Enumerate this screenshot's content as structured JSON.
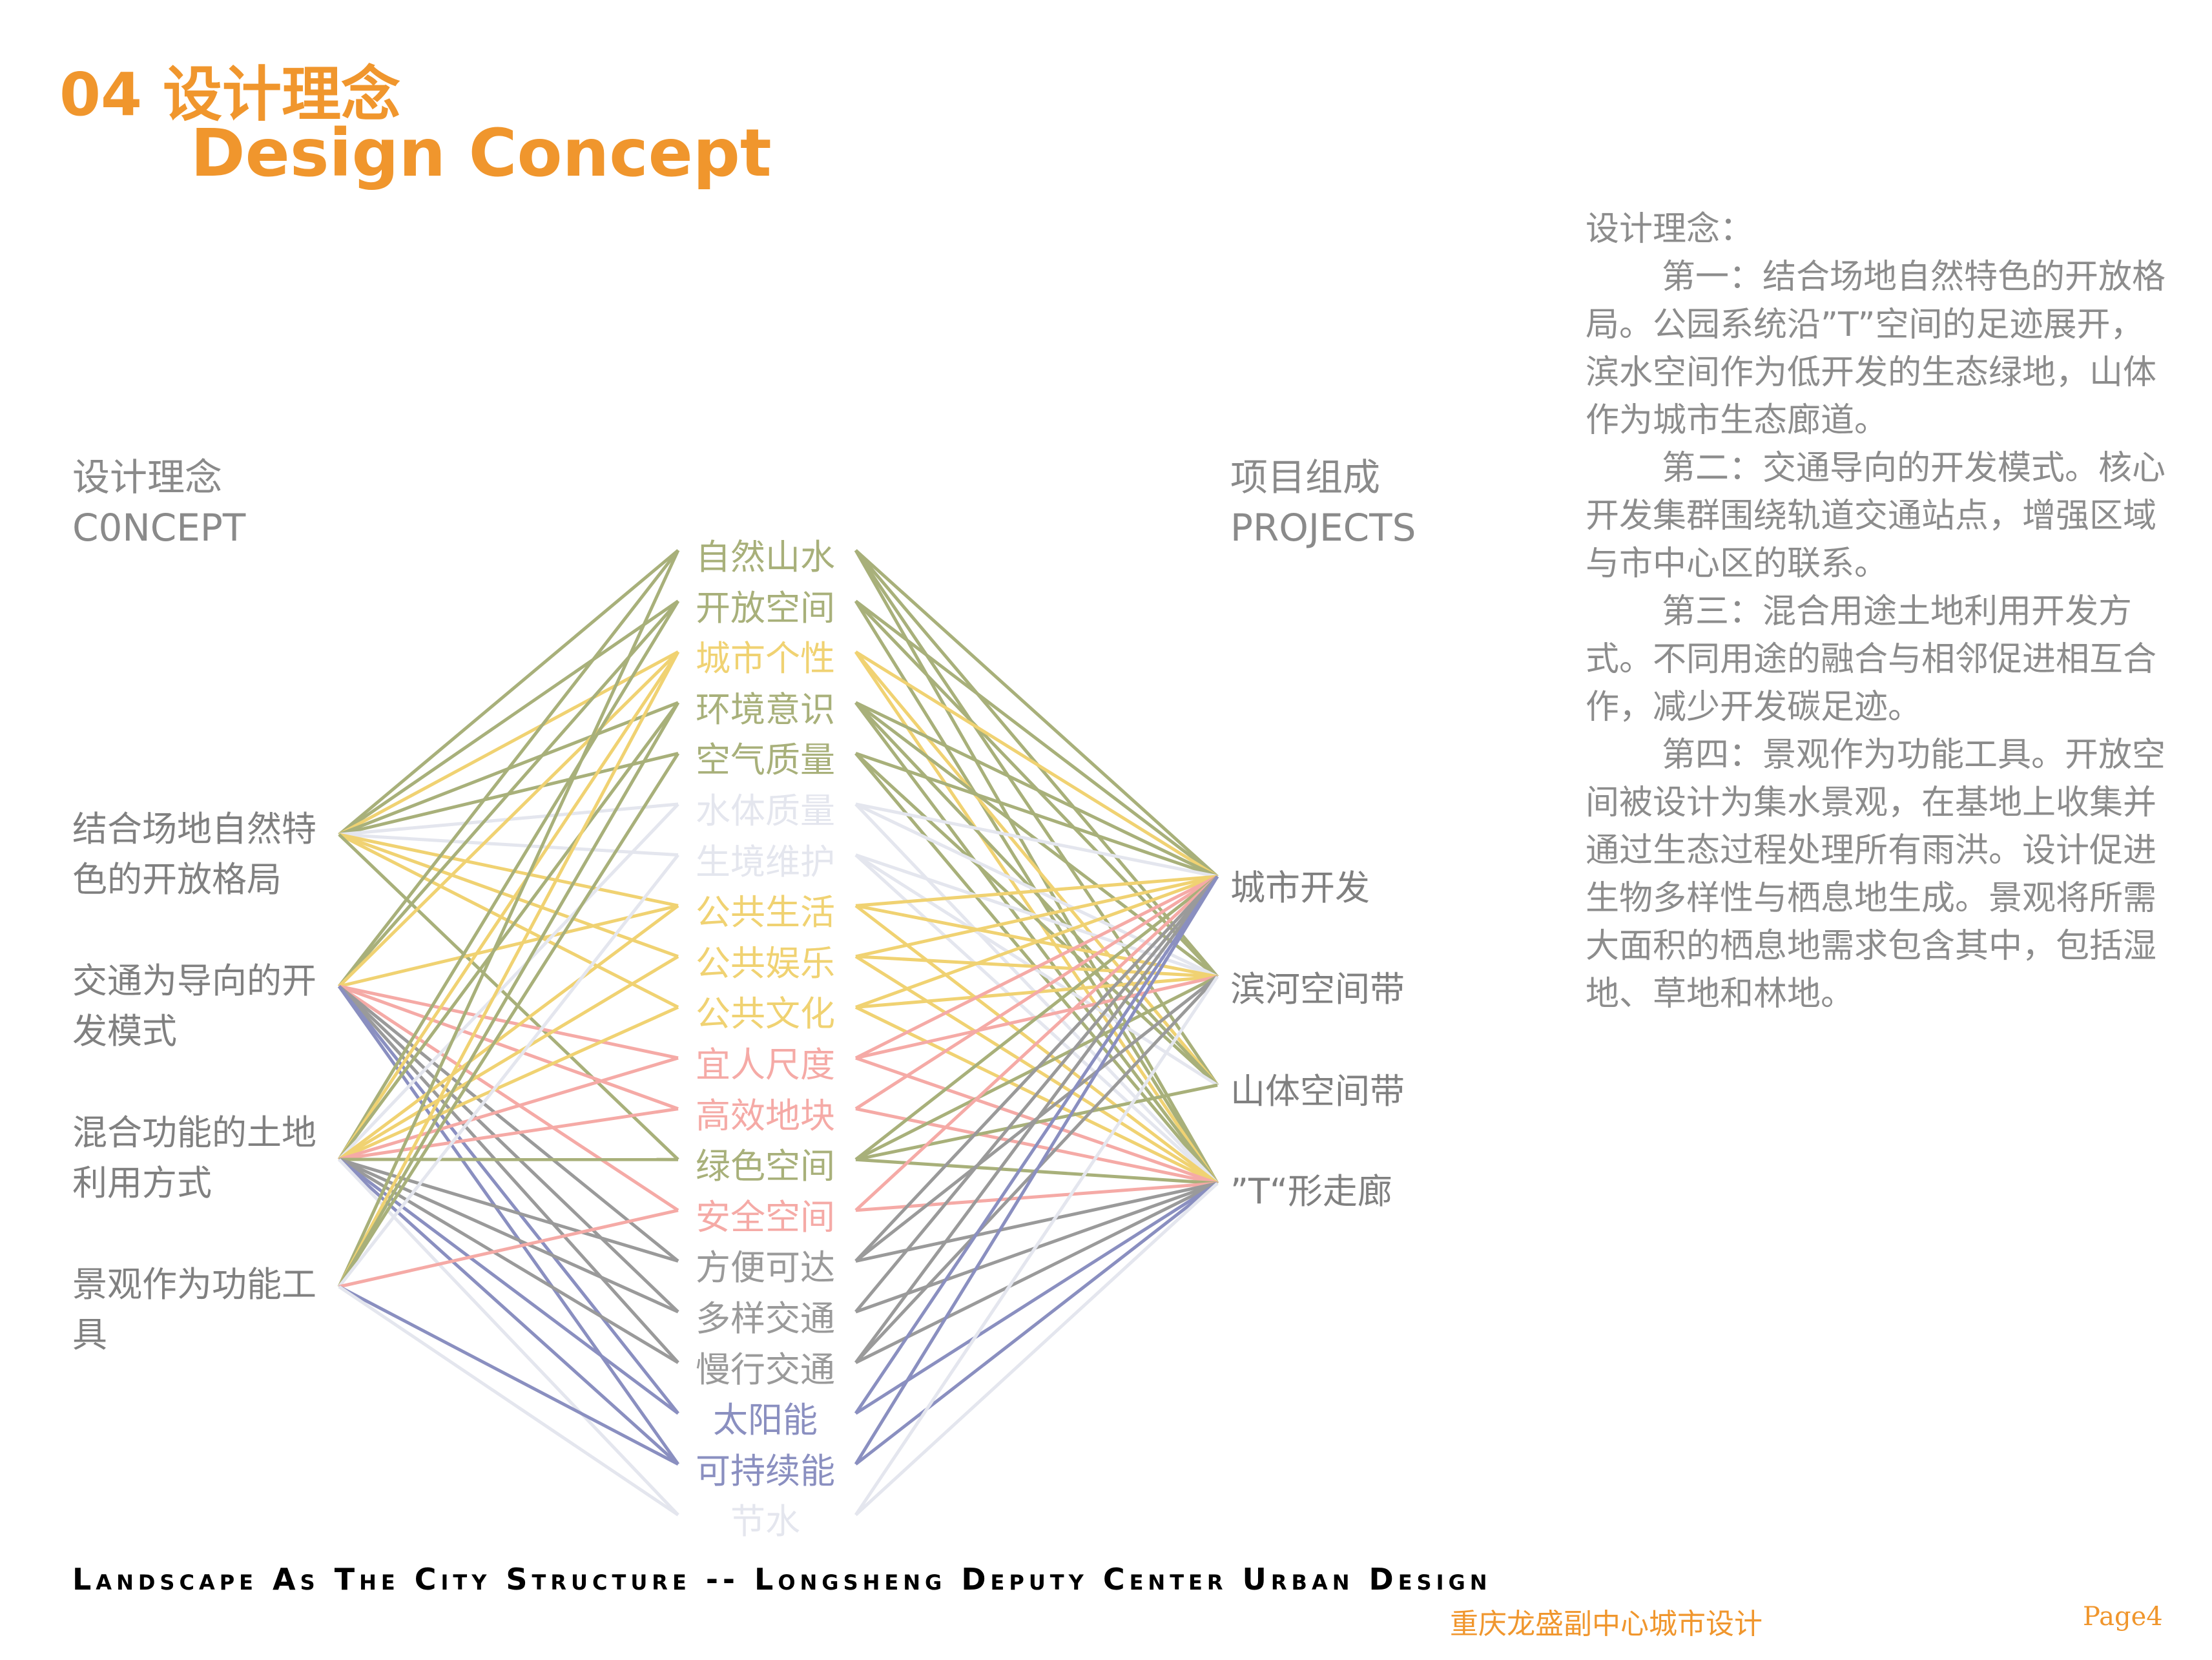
{
  "title": {
    "cn": "04 设计理念",
    "en": "Design Concept"
  },
  "left_header": {
    "cn": "设计理念",
    "en": "C0NCEPT"
  },
  "right_header": {
    "cn": "项目组成",
    "en": "PROJECTS"
  },
  "concepts": [
    {
      "text": "结合场地自然特色的开放格局"
    },
    {
      "text": "交通为导向的开发模式"
    },
    {
      "text": "混合功能的土地利用方式"
    },
    {
      "text": "景观作为功能工具"
    }
  ],
  "nodes": [
    {
      "text": "自然山水",
      "color": "#a8b07a"
    },
    {
      "text": "开放空间",
      "color": "#a8b07a"
    },
    {
      "text": "城市个性",
      "color": "#f0d272"
    },
    {
      "text": "环境意识",
      "color": "#a8b07a"
    },
    {
      "text": "空气质量",
      "color": "#a8b07a"
    },
    {
      "text": "水体质量",
      "color": "#e4e6ee"
    },
    {
      "text": "生境维护",
      "color": "#e4e6ee"
    },
    {
      "text": "公共生活",
      "color": "#f0d272"
    },
    {
      "text": "公共娱乐",
      "color": "#f0d272"
    },
    {
      "text": "公共文化",
      "color": "#f0d272"
    },
    {
      "text": "宜人尺度",
      "color": "#f5aaa6"
    },
    {
      "text": "高效地块",
      "color": "#f5aaa6"
    },
    {
      "text": "绿色空间",
      "color": "#a8b07a"
    },
    {
      "text": "安全空间",
      "color": "#f5aaa6"
    },
    {
      "text": "方便可达",
      "color": "#9a9a9a"
    },
    {
      "text": "多样交通",
      "color": "#9a9a9a"
    },
    {
      "text": "慢行交通",
      "color": "#9a9a9a"
    },
    {
      "text": "太阳能",
      "color": "#8a8fc0"
    },
    {
      "text": "可持续能",
      "color": "#8a8fc0"
    },
    {
      "text": "节水",
      "color": "#e4e6ee"
    }
  ],
  "projects": [
    {
      "text": "城市开发"
    },
    {
      "text": "滨河空间带"
    },
    {
      "text": "山体空间带"
    },
    {
      "text": "”T“形走廊"
    }
  ],
  "links_left": [
    [
      0,
      0
    ],
    [
      0,
      1
    ],
    [
      0,
      2
    ],
    [
      0,
      3
    ],
    [
      0,
      4
    ],
    [
      0,
      5
    ],
    [
      0,
      6
    ],
    [
      0,
      7
    ],
    [
      0,
      8
    ],
    [
      0,
      9
    ],
    [
      0,
      12
    ],
    [
      1,
      0
    ],
    [
      1,
      1
    ],
    [
      1,
      2
    ],
    [
      1,
      7
    ],
    [
      1,
      10
    ],
    [
      1,
      11
    ],
    [
      1,
      13
    ],
    [
      1,
      14
    ],
    [
      1,
      15
    ],
    [
      1,
      16
    ],
    [
      1,
      17
    ],
    [
      1,
      18
    ],
    [
      2,
      1
    ],
    [
      2,
      2
    ],
    [
      2,
      3
    ],
    [
      2,
      5
    ],
    [
      2,
      7
    ],
    [
      2,
      8
    ],
    [
      2,
      9
    ],
    [
      2,
      10
    ],
    [
      2,
      11
    ],
    [
      2,
      12
    ],
    [
      2,
      14
    ],
    [
      2,
      15
    ],
    [
      2,
      16
    ],
    [
      2,
      17
    ],
    [
      2,
      18
    ],
    [
      2,
      19
    ],
    [
      3,
      0
    ],
    [
      3,
      2
    ],
    [
      3,
      3
    ],
    [
      3,
      4
    ],
    [
      3,
      6
    ],
    [
      3,
      13
    ],
    [
      3,
      18
    ],
    [
      3,
      19
    ]
  ],
  "links_right": [
    [
      0,
      0
    ],
    [
      0,
      3
    ],
    [
      0,
      1
    ],
    [
      0,
      2
    ],
    [
      1,
      1
    ],
    [
      1,
      3
    ],
    [
      1,
      0
    ],
    [
      2,
      0
    ],
    [
      2,
      2
    ],
    [
      2,
      3
    ],
    [
      3,
      0
    ],
    [
      3,
      1
    ],
    [
      3,
      2
    ],
    [
      3,
      3
    ],
    [
      4,
      0
    ],
    [
      4,
      2
    ],
    [
      4,
      3
    ],
    [
      5,
      1
    ],
    [
      5,
      3
    ],
    [
      5,
      0
    ],
    [
      6,
      1
    ],
    [
      6,
      2
    ],
    [
      6,
      3
    ],
    [
      7,
      0
    ],
    [
      7,
      1
    ],
    [
      7,
      3
    ],
    [
      8,
      0
    ],
    [
      8,
      3
    ],
    [
      8,
      1
    ],
    [
      9,
      0
    ],
    [
      9,
      3
    ],
    [
      9,
      1
    ],
    [
      10,
      0
    ],
    [
      10,
      3
    ],
    [
      10,
      1
    ],
    [
      11,
      0
    ],
    [
      11,
      3
    ],
    [
      12,
      1
    ],
    [
      12,
      2
    ],
    [
      12,
      3
    ],
    [
      12,
      0
    ],
    [
      13,
      0
    ],
    [
      13,
      3
    ],
    [
      14,
      0
    ],
    [
      14,
      1
    ],
    [
      14,
      3
    ],
    [
      15,
      0
    ],
    [
      15,
      3
    ],
    [
      16,
      0
    ],
    [
      16,
      3
    ],
    [
      16,
      1
    ],
    [
      17,
      0
    ],
    [
      17,
      3
    ],
    [
      18,
      0
    ],
    [
      18,
      3
    ],
    [
      19,
      1
    ],
    [
      19,
      3
    ]
  ],
  "side_text": [
    {
      "text": "设计理念：",
      "indent": false
    },
    {
      "text": "第一：结合场地自然特色的开放格局。公园系统沿”T”空间的足迹展开，滨水空间作为低开发的生态绿地，山体作为城市生态廊道。",
      "indent": true
    },
    {
      "text": "第二：交通导向的开发模式。核心开发集群围绕轨道交通站点，增强区域与市中心区的联系。",
      "indent": true
    },
    {
      "text": "第三：混合用途土地利用开发方式。不同用途的融合与相邻促进相互合作，减少开发碳足迹。",
      "indent": true
    },
    {
      "text": "第四：景观作为功能工具。开放空间被设计为集水景观，在基地上收集并通过生态过程处理所有雨洪。设计促进生物多样性与栖息地生成。景观将所需大面积的栖息地需求包含其中，包括湿地、草地和林地。",
      "indent": true
    }
  ],
  "footer": {
    "en": "Landscape As The City  Structure -- Longsheng Deputy Center Urban Design",
    "cn": "重庆龙盛副中心城市设计",
    "page": "Page4"
  }
}
